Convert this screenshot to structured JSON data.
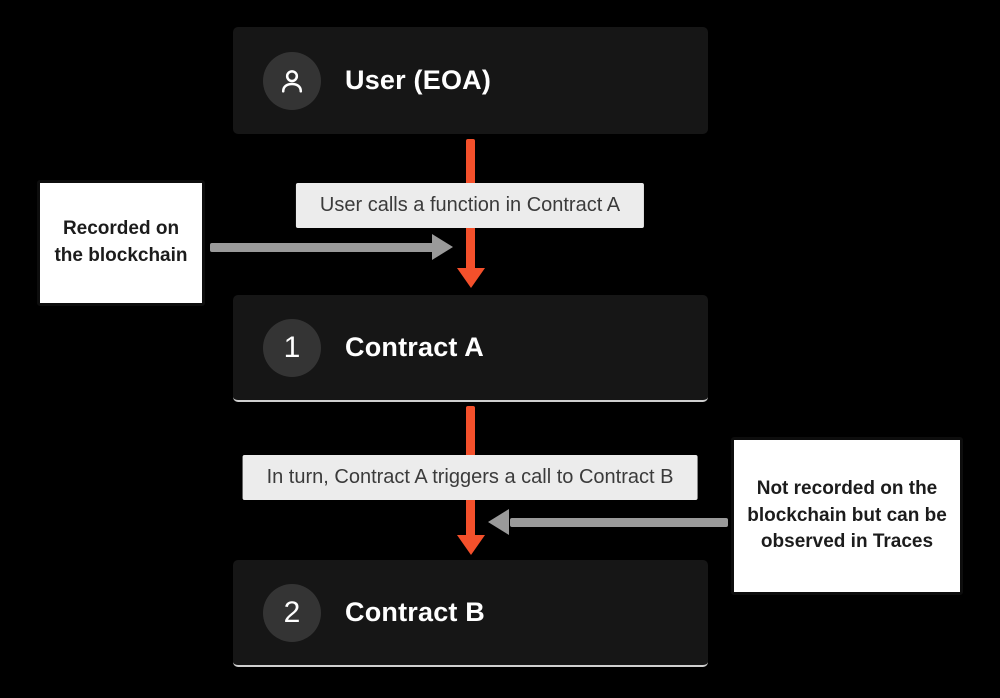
{
  "palette": {
    "background": "#000000",
    "node_bg": "#161616",
    "node_text": "#ffffff",
    "badge_bg": "#343434",
    "arrow_orange": "#f4502b",
    "arrow_gray": "#9a9a9a",
    "edge_label_bg": "#ececec",
    "edge_label_text": "#3b3b3b",
    "annotation_bg": "#ffffff",
    "annotation_border": "#0d0d0d"
  },
  "nodes": [
    {
      "id": "user",
      "badge": "user-icon",
      "label": "User (EOA)"
    },
    {
      "id": "contract-a",
      "badge": "1",
      "label": "Contract A"
    },
    {
      "id": "contract-b",
      "badge": "2",
      "label": "Contract B"
    }
  ],
  "edges": [
    {
      "from": "user",
      "to": "contract-a",
      "label": "User calls a function in Contract A"
    },
    {
      "from": "contract-a",
      "to": "contract-b",
      "label": "In turn, Contract A triggers a call to Contract B"
    }
  ],
  "annotations": [
    {
      "side": "left",
      "text": "Recorded on the blockchain"
    },
    {
      "side": "right",
      "text": "Not recorded on the blockchain but can be observed in Traces"
    }
  ]
}
